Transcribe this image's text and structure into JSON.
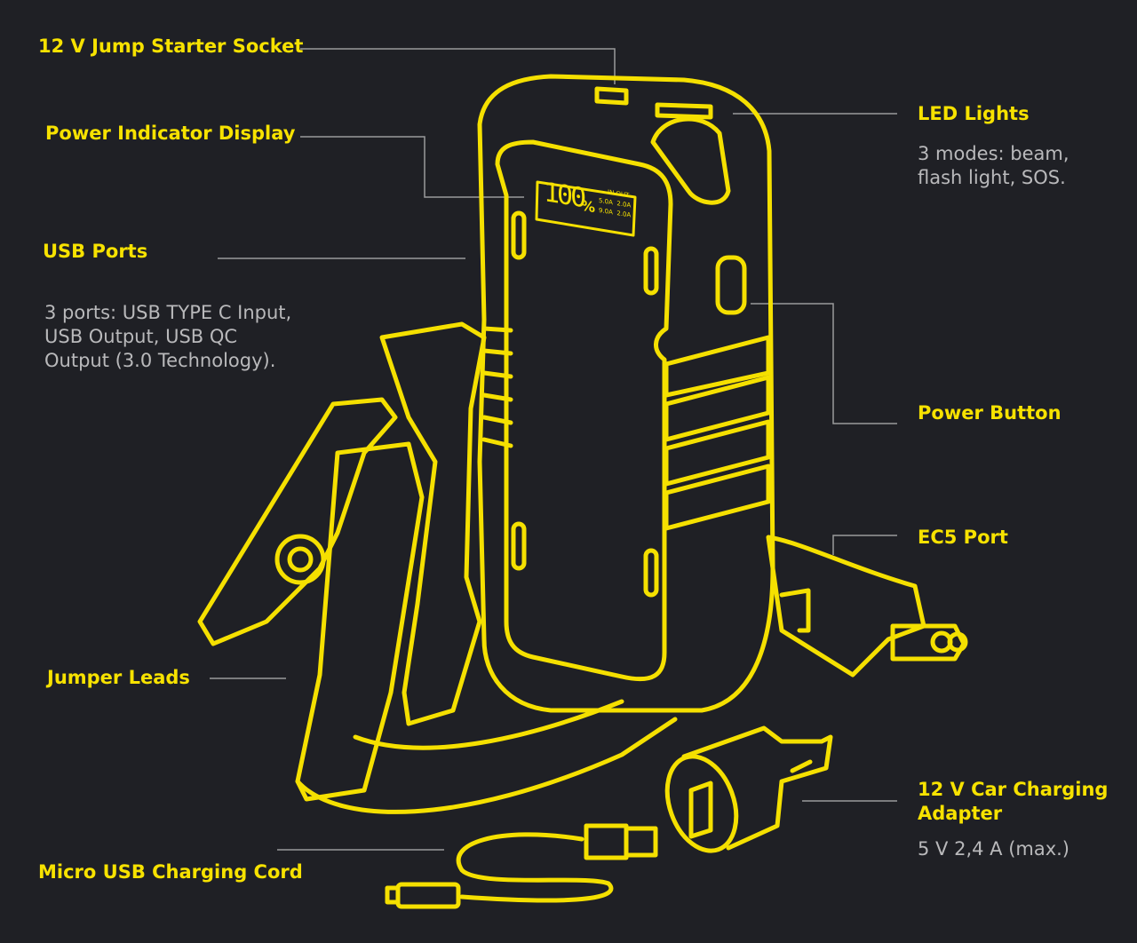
{
  "labels": {
    "socket": "12 V Jump Starter Socket",
    "display": "Power Indicator Display",
    "usb": "USB Ports",
    "usb_desc": [
      "3 ports: USB TYPE C Input,",
      "USB Output, USB QC",
      "Output (3.0 Technology)."
    ],
    "leads": "Jumper Leads",
    "cord": "Micro USB Charging Cord",
    "led": "LED Lights",
    "led_desc": [
      "3 modes: beam,",
      "flash light, SOS."
    ],
    "power": "Power Button",
    "ec5": "EC5 Port",
    "adapter": [
      "12 V Car Charging",
      "Adapter"
    ],
    "adapter_desc": "5 V 2,4 A (max.)"
  },
  "display_screen": {
    "percent": "100",
    "unit": "%",
    "header": "IN OUT",
    "row1": "5.0A  2.0A",
    "row2": "9.0A  2.0A"
  },
  "colors": {
    "accent": "#f5e000",
    "background": "#1f2025",
    "text": "#b9b9bb"
  }
}
